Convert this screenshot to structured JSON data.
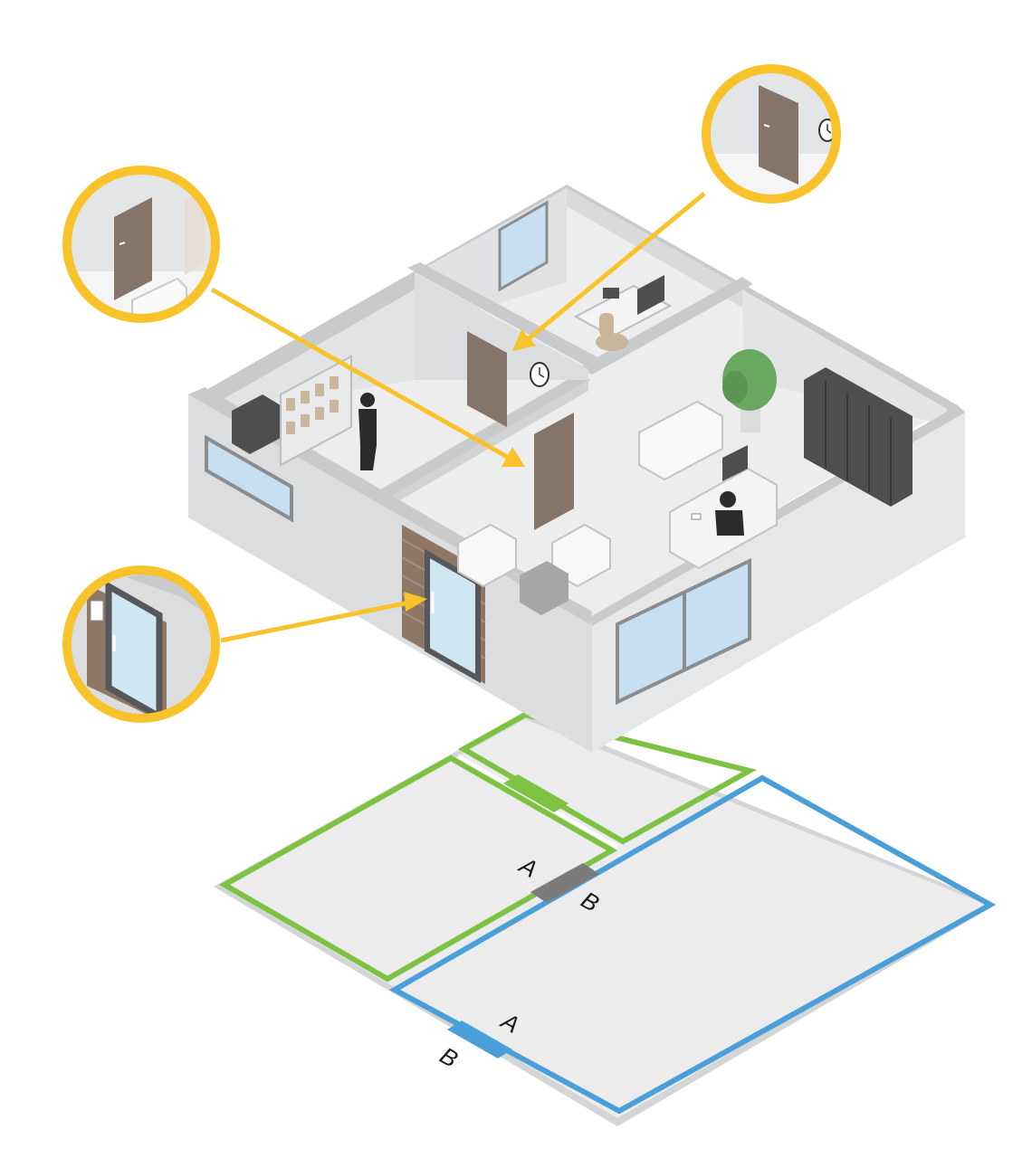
{
  "colors": {
    "callout": "#f8c32a",
    "zone_green": "#7dc243",
    "zone_blue": "#4b9fd8",
    "door_gray": "#7b7b7b",
    "door_brown": "#857469",
    "wall": "#c9cacc",
    "floor": "#ededed",
    "glass": "#c7dff0",
    "silhouette": "#2b2b2b",
    "cabinet": "#4d4e50",
    "plant": "#6aa760",
    "wood_cladding": "#8f7766"
  },
  "icons": [
    "clock-icon",
    "phone-icon",
    "monitor-icon",
    "card-reader-icon",
    "plant-icon"
  ],
  "floor_plan": {
    "labels": {
      "door_inner_a": "A",
      "door_inner_b": "B",
      "door_entry_a": "A",
      "door_entry_b": "B"
    }
  }
}
